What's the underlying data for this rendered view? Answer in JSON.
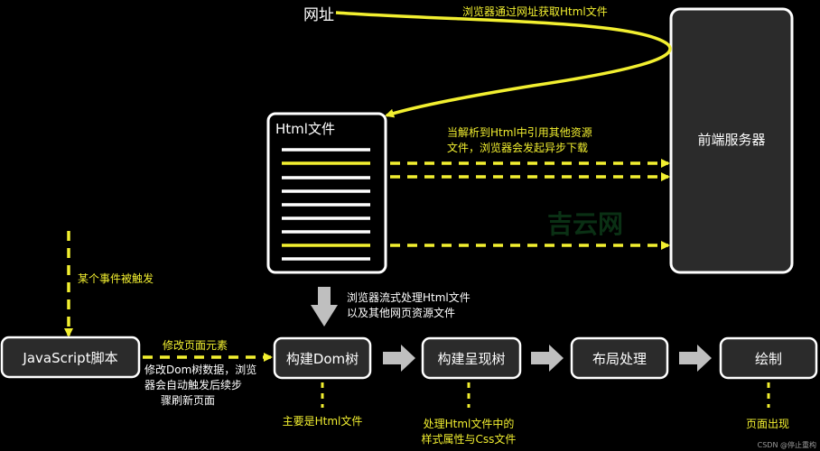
{
  "colors": {
    "background": "#000000",
    "box_fill": "#2b2b2b",
    "box_border": "#ffffff",
    "arrow_yellow": "#f2ef30",
    "arrow_gray": "#bfbfbf"
  },
  "nodes": {
    "url": "网址",
    "server": "前端服务器",
    "html_file": "Html文件",
    "javascript": "JavaScript脚本",
    "build_dom": "构建Dom树",
    "build_render": "构建呈现树",
    "layout": "布局处理",
    "paint": "绘制"
  },
  "labels": {
    "fetch_html": "浏览器通过网址获取Html文件",
    "parse_refs_line1": "当解析到Html中引用其他资源",
    "parse_refs_line2": "文件，浏览器会发起异步下载",
    "stream_line1": "浏览器流式处理Html文件",
    "stream_line2": "以及其他网页资源文件",
    "event_trigger": "某个事件被触发",
    "modify_elements": "修改页面元素",
    "modify_dom_line1": "修改Dom树数据，浏览",
    "modify_dom_line2": "器会自动触发后续步",
    "modify_dom_line3": "骤刷新页面",
    "dom_note": "主要是Html文件",
    "render_note_line1": "处理Html文件中的",
    "render_note_line2": "样式属性与Css文件",
    "paint_note": "页面出现"
  },
  "watermark": {
    "logo_text": "吉云网",
    "credit": "CSDN @停止重构"
  }
}
